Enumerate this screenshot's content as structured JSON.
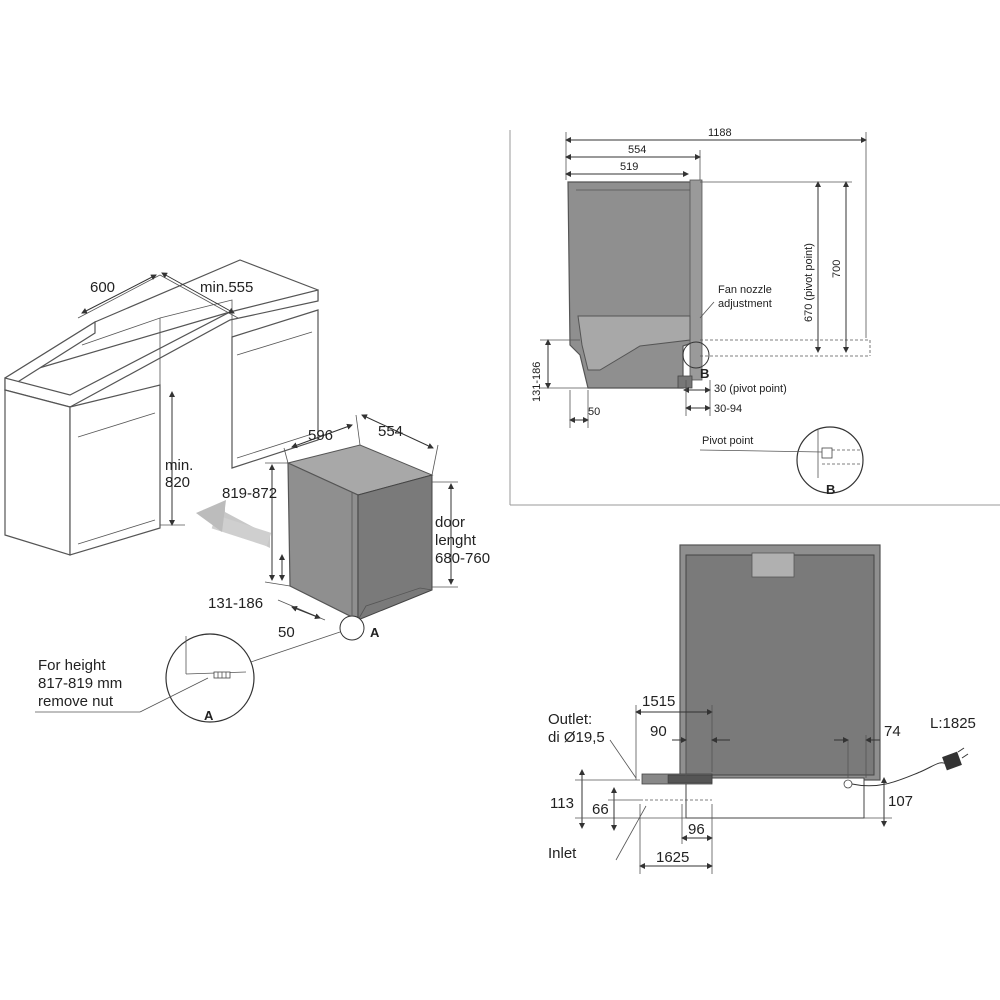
{
  "left_view": {
    "cabinet_width": "600",
    "cabinet_depth": "min.555",
    "cabinet_height_1": "min.",
    "cabinet_height_2": "820",
    "unit_width": "596",
    "unit_depth": "554",
    "unit_height": "819-872",
    "door_1": "door",
    "door_2": "lenght",
    "door_3": "680-760",
    "foot_range": "131-186",
    "foot_depth": "50",
    "detail_marker": "A",
    "note_1": "For height",
    "note_2": "817-819 mm",
    "note_3": "remove nut",
    "detail_label": "A"
  },
  "side_view": {
    "total_length": "1188",
    "depth_1": "554",
    "depth_2": "519",
    "height_700": "700",
    "pivot_height": "670 (pivot point)",
    "fan_1": "Fan nozzle",
    "fan_2": "adjustment",
    "foot_range": "131-186",
    "foot_depth": "50",
    "pivot_offset": "30 (pivot point)",
    "pivot_range": "30-94",
    "marker_b": "B",
    "pivot_label": "Pivot point",
    "detail_b": "B"
  },
  "rear_view": {
    "dim_1515": "1515",
    "dim_90": "90",
    "dim_74": "74",
    "cable_length": "L:1825",
    "outlet_1": "Outlet:",
    "outlet_2": "di Ø19,5",
    "dim_113": "113",
    "dim_66": "66",
    "dim_96": "96",
    "dim_107": "107",
    "inlet": "Inlet",
    "dim_1625": "1625"
  }
}
